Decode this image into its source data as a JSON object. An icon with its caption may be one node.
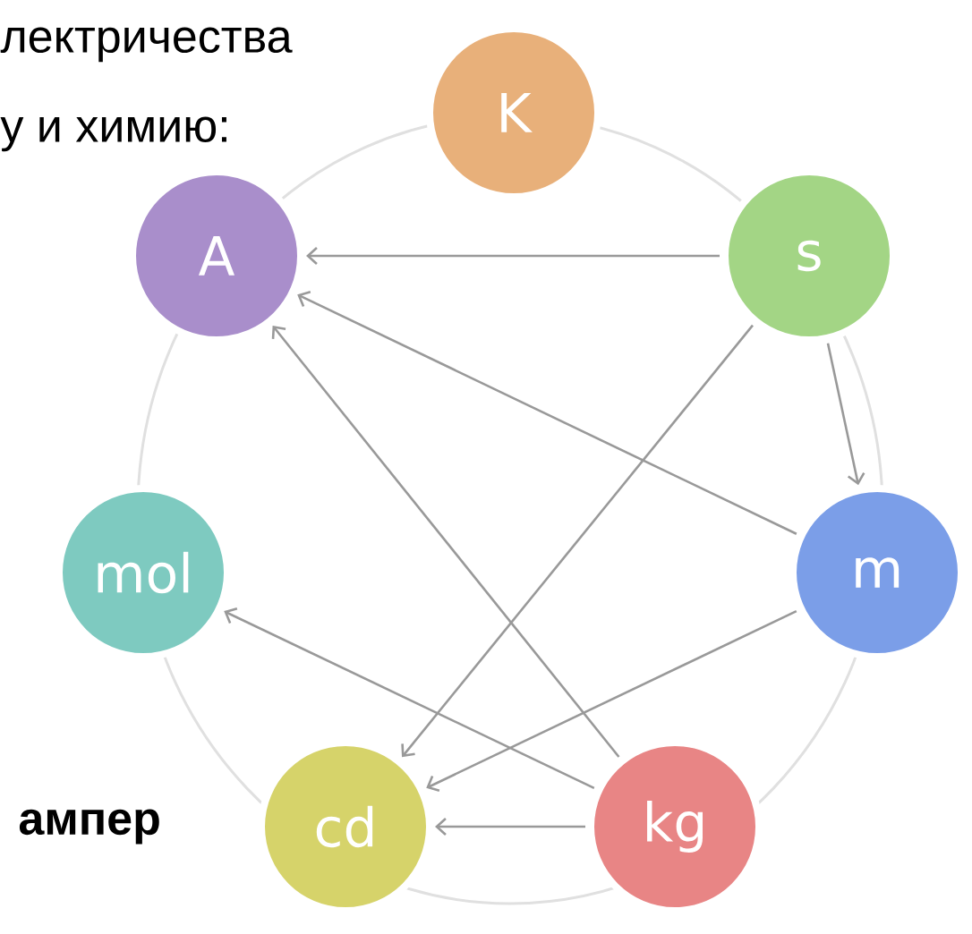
{
  "diagram": {
    "nodes": [
      {
        "text": [
          "K"
        ]
      },
      {
        "text": [
          "A"
        ]
      },
      {
        "text": [
          "s"
        ]
      },
      {
        "text": [
          "mol"
        ]
      },
      {
        "text": [
          "m"
        ]
      },
      {
        "text": [
          "cd"
        ]
      },
      {
        "text": [
          "kg"
        ]
      }
    ],
    "edges": [
      {
        "from": 2,
        "to": 1,
        "arrow": "to"
      },
      {
        "from": 4,
        "to": 1,
        "arrow": "to"
      },
      {
        "from": 6,
        "to": 1,
        "arrow": "to"
      },
      {
        "from": 2,
        "to": 4,
        "arrow": "to"
      },
      {
        "from": 2,
        "to": 5,
        "arrow": "to"
      },
      {
        "from": 4,
        "to": 5,
        "arrow": "to"
      },
      {
        "from": 6,
        "to": 5,
        "arrow": "to"
      },
      {
        "from": 6,
        "to": 3,
        "arrow": "to"
      }
    ],
    "labels": [
      "лектричества",
      "у и химию:",
      "ампер"
    ]
  }
}
